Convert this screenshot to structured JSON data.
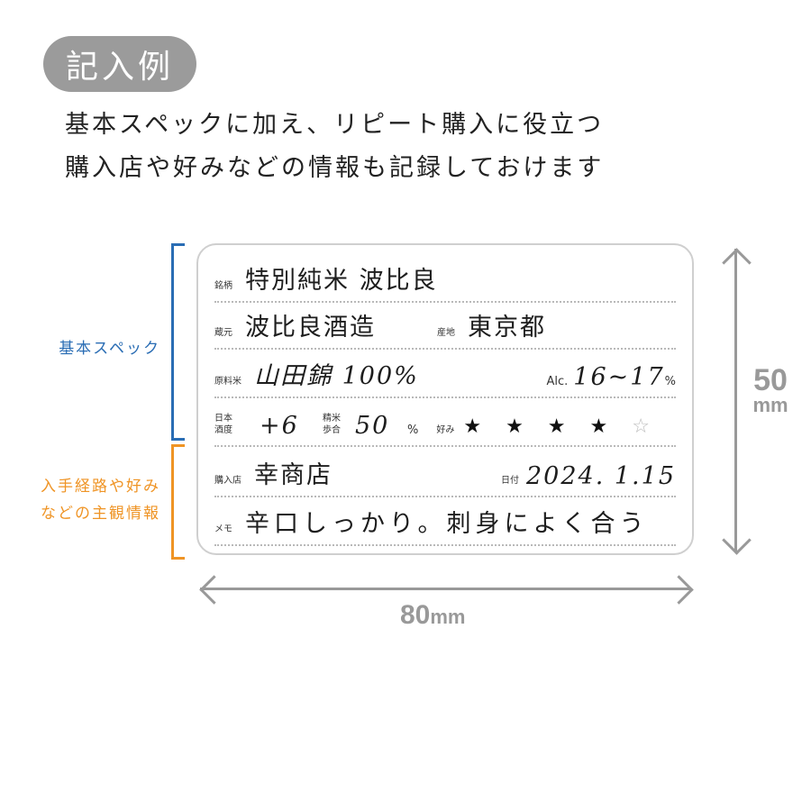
{
  "badge": {
    "label": "記入例"
  },
  "intro": {
    "lines": [
      "基本スペックに加え、リピート購入に役立つ",
      "購入店や好みなどの情報も記録しておけます"
    ]
  },
  "side_labels": {
    "basic": {
      "text": "基本スペック",
      "color": "#2a6db4"
    },
    "subjective": {
      "line1": "入手経路や好み",
      "line2": "などの主観情報",
      "color": "#ef9425"
    }
  },
  "card": {
    "rows": {
      "brand": {
        "label": "銘柄",
        "value": "特別純米 波比良"
      },
      "brewery": {
        "label": "蔵元",
        "value": "波比良酒造",
        "label2": "産地",
        "value2": "東京都"
      },
      "rice": {
        "label": "原料米",
        "value": "山田錦 100%",
        "alc_label": "Alc.",
        "alc_value": "16~17",
        "alc_unit": "%"
      },
      "specs": {
        "smv_label_1": "日本",
        "smv_label_2": "酒度",
        "smv_value": "+6",
        "polish_label_1": "精米",
        "polish_label_2": "歩合",
        "polish_value": "50",
        "polish_unit": "%",
        "pref_label": "好み",
        "stars_filled": "★ ★ ★ ★",
        "stars_empty": "☆",
        "rating": 4,
        "rating_max": 5
      },
      "shop": {
        "label": "購入店",
        "value": "幸商店",
        "date_label": "日付",
        "date_value": "2024. 1.15"
      },
      "memo": {
        "label": "メモ",
        "value": "辛口しっかり。刺身によく合う"
      }
    }
  },
  "dimensions": {
    "height": {
      "num": "50",
      "unit": "mm"
    },
    "width": {
      "num": "80",
      "unit": "mm"
    }
  }
}
